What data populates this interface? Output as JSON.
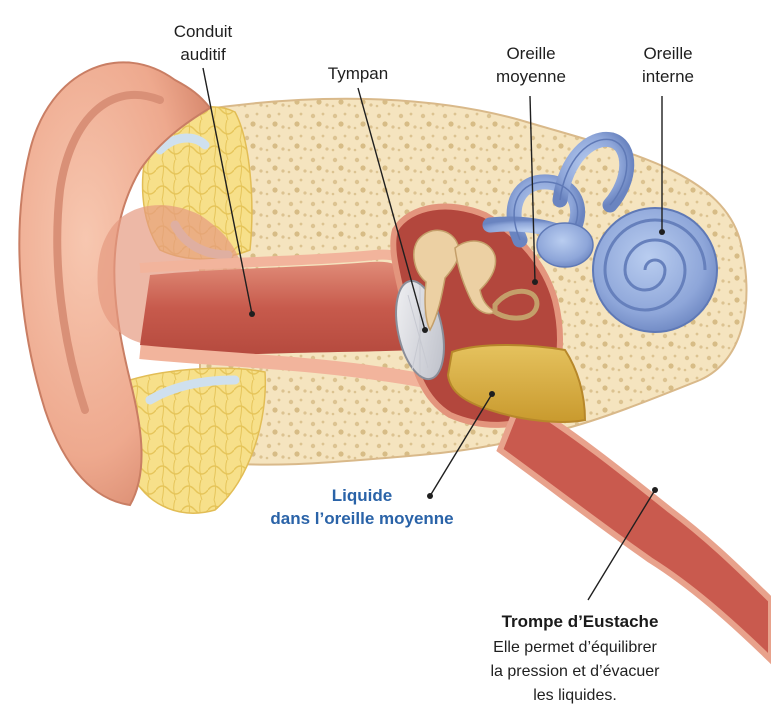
{
  "labels": {
    "conduit_auditif": [
      "Conduit",
      "auditif"
    ],
    "tympan": "Tympan",
    "oreille_moyenne": [
      "Oreille",
      "moyenne"
    ],
    "oreille_interne": [
      "Oreille",
      "interne"
    ],
    "liquide": [
      "Liquide",
      "dans l’oreille moyenne"
    ],
    "trompe": "Trompe d’Eustache",
    "trompe_description": [
      "Elle permet d’équilibrer",
      "la pression et d’évacuer",
      "les liquides."
    ]
  },
  "colors": {
    "skin": "#f2b49c",
    "skin_dark": "#d98e74",
    "canal": "#c9584c",
    "bone": "#f5e4bf",
    "bone_dot": "#d9c08e",
    "fat": "#f6dc7a",
    "cochlea": "#90a9d8",
    "cochlea_dark": "#5f79b6",
    "ossicle": "#e8c99a",
    "fluid": "#d6ac3f",
    "liquid_label": "#2a63a8"
  }
}
